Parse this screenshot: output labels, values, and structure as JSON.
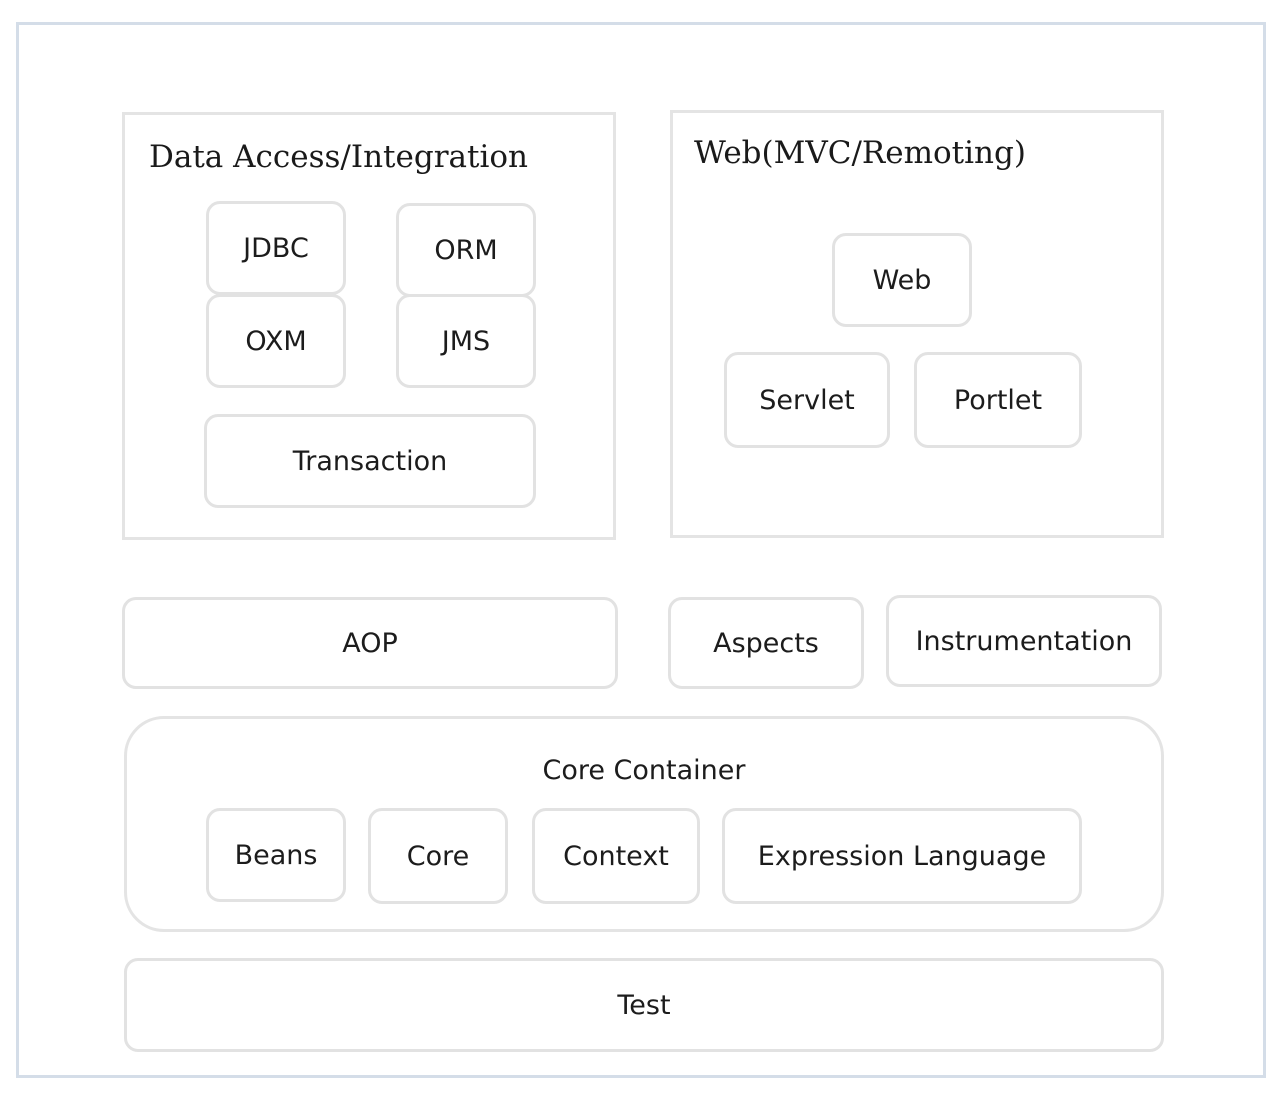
{
  "data_access": {
    "title": "Data Access/Integration",
    "jdbc": "JDBC",
    "orm": "ORM",
    "oxm": "OXM",
    "jms": "JMS",
    "transaction": "Transaction"
  },
  "web": {
    "title": "Web(MVC/Remoting)",
    "web": "Web",
    "servlet": "Servlet",
    "portlet": "Portlet"
  },
  "middle": {
    "aop": "AOP",
    "aspects": "Aspects",
    "instrumentation": "Instrumentation"
  },
  "core_container": {
    "title": "Core Container",
    "beans": "Beans",
    "core": "Core",
    "context": "Context",
    "expression_language": "Expression Language"
  },
  "test": {
    "label": "Test"
  }
}
